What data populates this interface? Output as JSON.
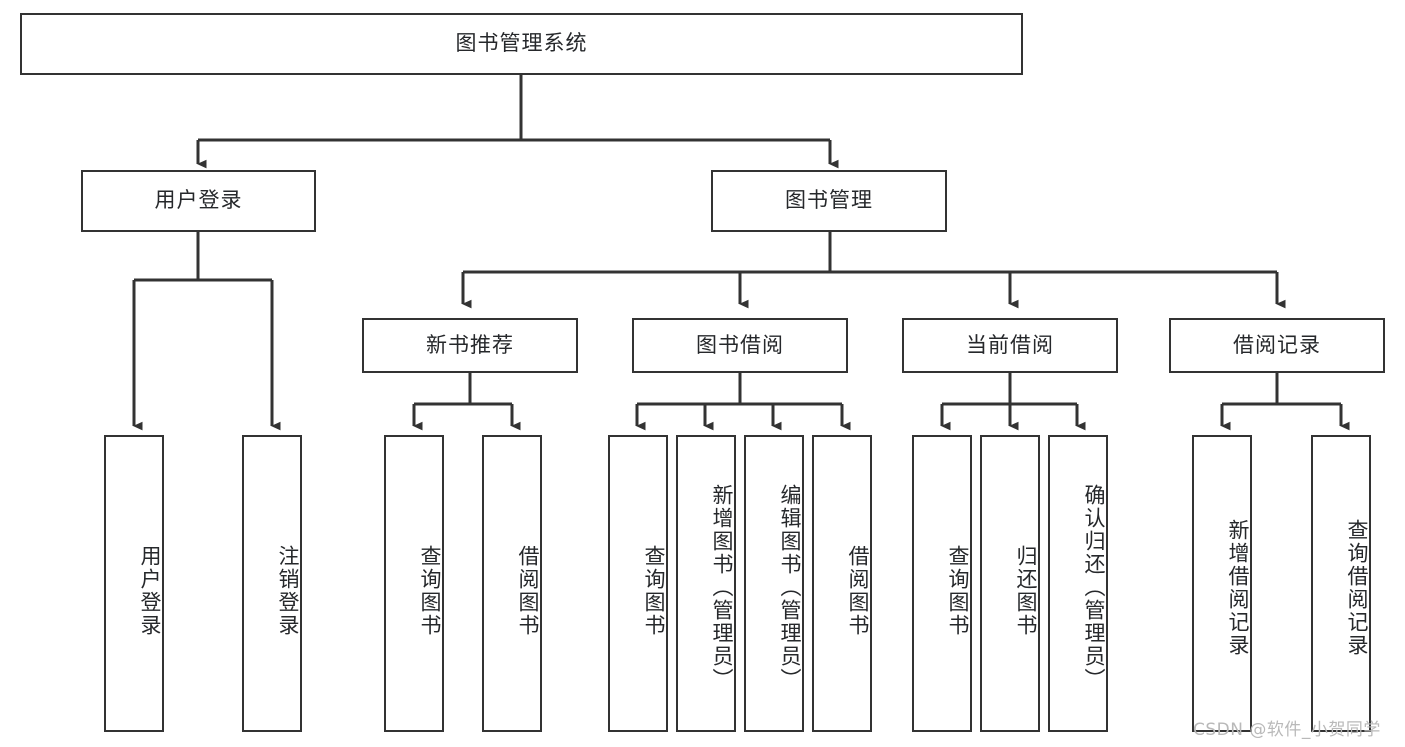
{
  "diagram": {
    "type": "hierarchy-tree",
    "title": "图书管理系统",
    "levels": {
      "root": {
        "label": "图书管理系统"
      },
      "level2": [
        {
          "label": "用户登录"
        },
        {
          "label": "图书管理"
        }
      ],
      "level3": [
        {
          "label": "新书推荐"
        },
        {
          "label": "图书借阅"
        },
        {
          "label": "当前借阅"
        },
        {
          "label": "借阅记录"
        }
      ],
      "leaves_user_login": [
        {
          "label": "用户登录"
        },
        {
          "label": "注销登录"
        }
      ],
      "leaves_new_book": [
        {
          "label": "查询图书"
        },
        {
          "label": "借阅图书"
        }
      ],
      "leaves_borrow": [
        {
          "label": "查询图书"
        },
        {
          "label": "新增图书（管理员）"
        },
        {
          "label": "编辑图书（管理员）"
        },
        {
          "label": "借阅图书"
        }
      ],
      "leaves_current": [
        {
          "label": "查询图书"
        },
        {
          "label": "归还图书"
        },
        {
          "label": "确认归还（管理员）"
        }
      ],
      "leaves_record": [
        {
          "label": "新增借阅记录"
        },
        {
          "label": "查询借阅记录"
        }
      ]
    }
  },
  "watermark": {
    "text": "CSDN @软件_小贺同学"
  },
  "colors": {
    "stroke": "#333333",
    "box_fill": "#ffffff",
    "text": "#26282b",
    "watermark": "#b9b9b9",
    "page_background": "#ffffff"
  }
}
